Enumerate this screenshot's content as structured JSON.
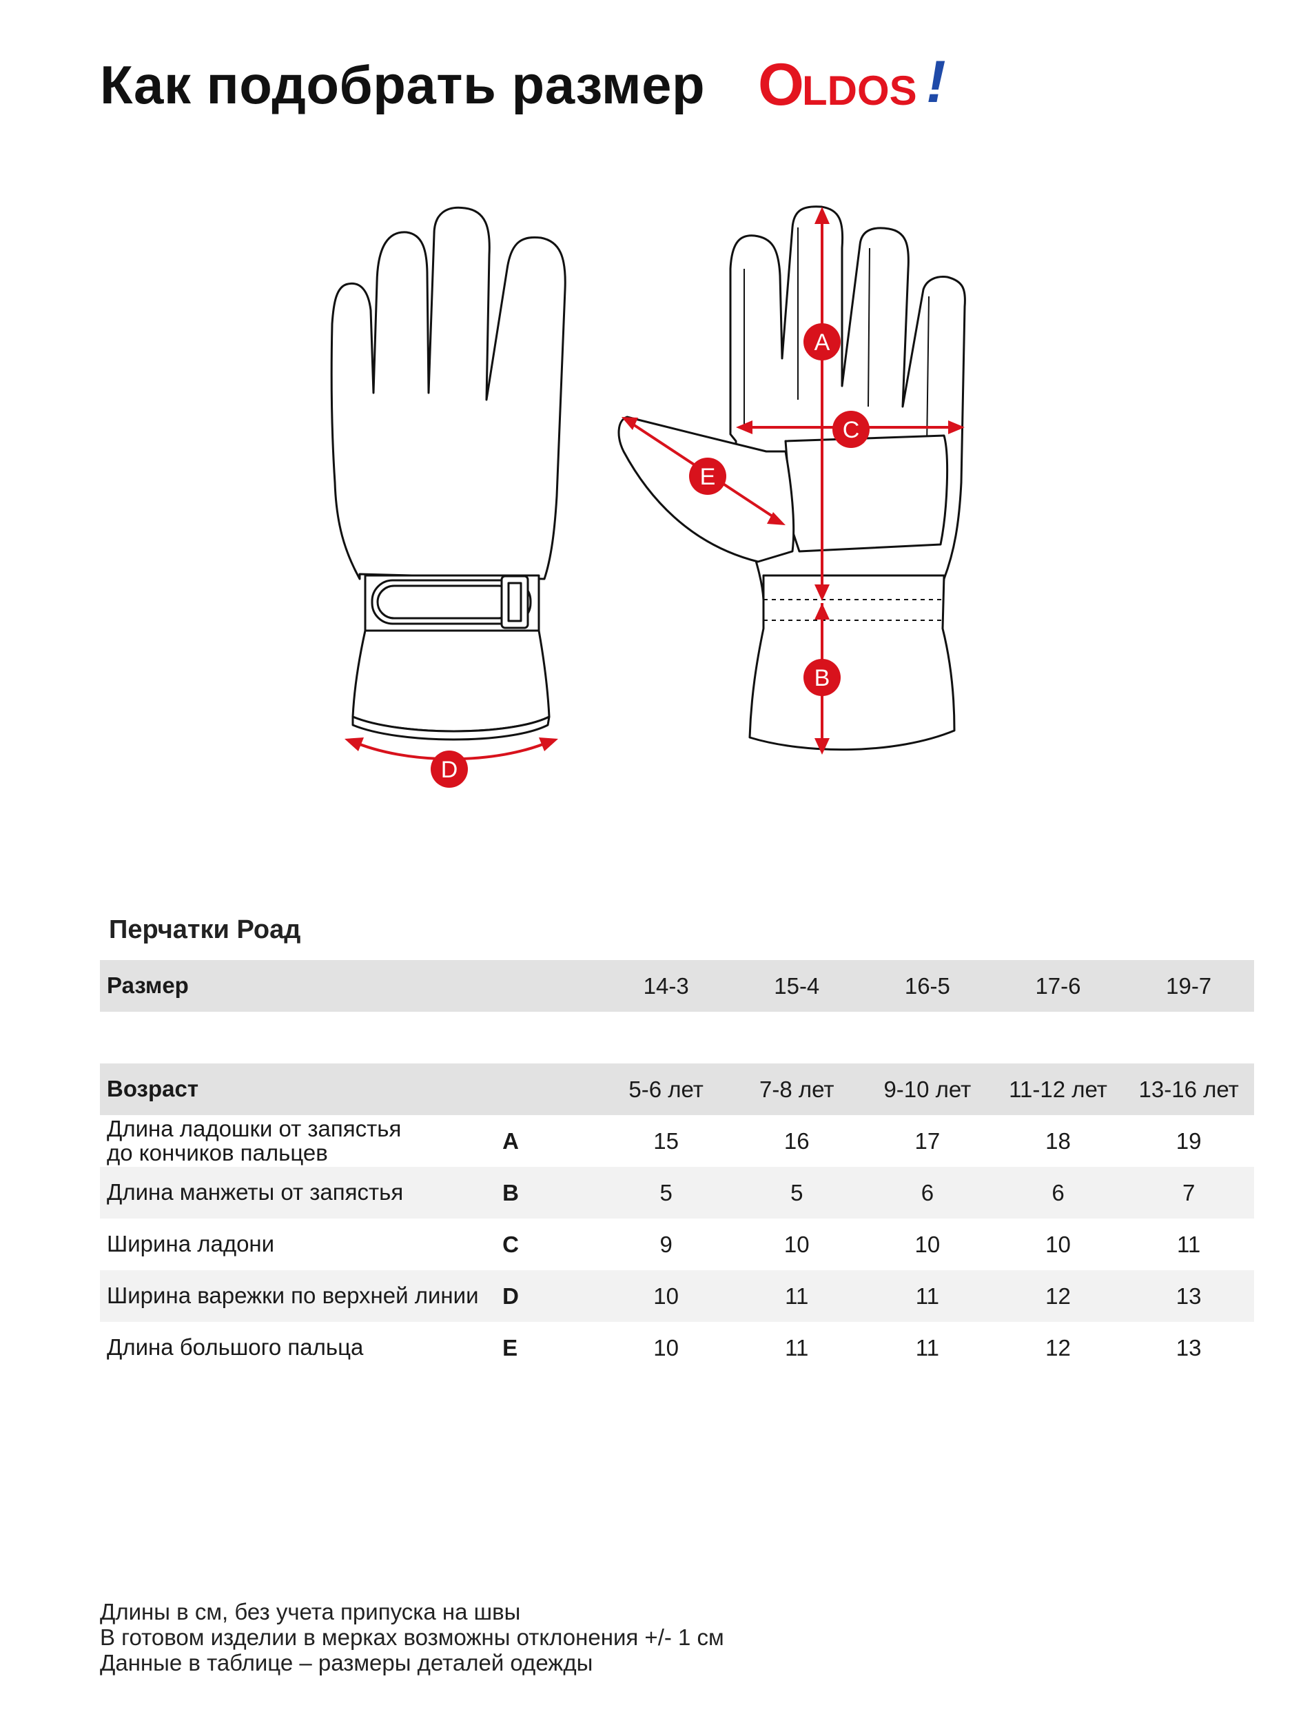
{
  "header": {
    "title": "Как подобрать размер",
    "logo_text": "OLDOS!",
    "logo_color": "#e3141f",
    "logo_accent": "#1f4aa8"
  },
  "diagram": {
    "accent_color": "#d8121c",
    "labels": [
      "A",
      "B",
      "C",
      "D",
      "E"
    ]
  },
  "product": {
    "title": "Перчатки Роад"
  },
  "table": {
    "size_label": "Размер",
    "sizes": [
      "14-3",
      "15-4",
      "16-5",
      "17-6",
      "19-7"
    ],
    "age_label": "Возраст",
    "ages": [
      "5-6 лет",
      "7-8 лет",
      "9-10 лет",
      "11-12 лет",
      "13-16 лет"
    ],
    "rows": [
      {
        "name_line1": "Длина ладошки от запястья",
        "name_line2": "до кончиков пальцев",
        "code": "A",
        "values": [
          "15",
          "16",
          "17",
          "18",
          "19"
        ]
      },
      {
        "name_line1": "Длина манжеты от запястья",
        "name_line2": "",
        "code": "B",
        "values": [
          "5",
          "5",
          "6",
          "6",
          "7"
        ]
      },
      {
        "name_line1": "Ширина ладони",
        "name_line2": "",
        "code": "C",
        "values": [
          "9",
          "10",
          "10",
          "10",
          "11"
        ]
      },
      {
        "name_line1": "Ширина варежки по верхней линии",
        "name_line2": "",
        "code": "D",
        "values": [
          "10",
          "11",
          "11",
          "12",
          "13"
        ]
      },
      {
        "name_line1": "Длина большого пальца",
        "name_line2": "",
        "code": "E",
        "values": [
          "10",
          "11",
          "11",
          "12",
          "13"
        ]
      }
    ]
  },
  "notes": [
    "Длины в см, без учета припуска на швы",
    "В готовом изделии в мерках возможны отклонения +/- 1 см",
    "Данные в таблице – размеры деталей одежды"
  ]
}
